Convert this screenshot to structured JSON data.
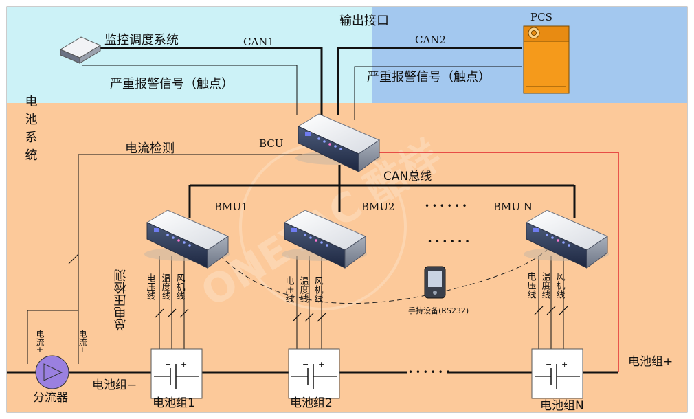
{
  "texts": {
    "output_interface": "输出接口",
    "pcs": "PCS",
    "monitor_system": "监控调度系统",
    "can1": "CAN1",
    "can2": "CAN2",
    "alarm_left": "严重报警信号（触点）",
    "alarm_right": "严重报警信号（触点）",
    "battery_system": "电池系统",
    "current_detect": "电流检测",
    "bcu": "BCU",
    "can_bus": "CAN总线",
    "bmu1": "BMU1",
    "bmu2": "BMU2",
    "bmun": "BMU  N",
    "dots": "• • • • • •",
    "total_voltage_detect": "总电压检测",
    "handheld": "手持设备(RS232)",
    "wire_voltage": "电压线",
    "wire_temp": "温度线",
    "wire_fan": "风机线",
    "shunt_plus": "电流+",
    "shunt_minus": "电流−",
    "shunt": "分流器",
    "pack_minus": "电池组−",
    "pack_plus": "电池组+",
    "pack1": "电池组1",
    "pack2": "电池组2",
    "packn": "电池组N",
    "cell_minus": "−",
    "cell_plus": "+",
    "watermark": "ONEYAC 酷样"
  },
  "colors": {
    "top_left_bg": "#ccf2f7",
    "top_right_bg": "#a3c8ef",
    "main_bg": "#fcc99a",
    "pcs_orange": "#f59a1b",
    "red_line": "#e0242a",
    "shunt_purple": "#9a80e0"
  }
}
